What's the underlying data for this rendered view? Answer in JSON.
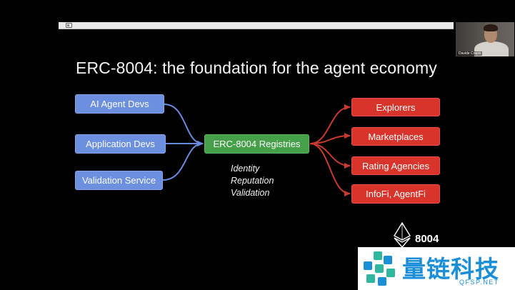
{
  "slide": {
    "title": "ERC-8004: the foundation for the agent economy"
  },
  "inputs": [
    {
      "label": "AI Agent Devs"
    },
    {
      "label": "Application Devs"
    },
    {
      "label": "Validation Service"
    }
  ],
  "hub": {
    "label": "ERC-8004 Registries",
    "features": [
      "Identity",
      "Reputation",
      "Validation"
    ]
  },
  "outputs": [
    {
      "label": "Explorers"
    },
    {
      "label": "Marketplaces"
    },
    {
      "label": "Rating Agencies"
    },
    {
      "label": "InfoFi, AgentFi"
    }
  ],
  "logo": {
    "label": "8004",
    "icon": "ethereum-diamond-icon"
  },
  "webcam": {
    "caption": "Davide Crapis"
  },
  "watermark": {
    "text": "量链科技",
    "url": "QFSP.NET"
  },
  "colors": {
    "input": "#6c8fe0",
    "hub": "#46a04a",
    "output": "#d9342b",
    "input_arrow": "#6b8be0",
    "output_arrow": "#c93a2f"
  }
}
